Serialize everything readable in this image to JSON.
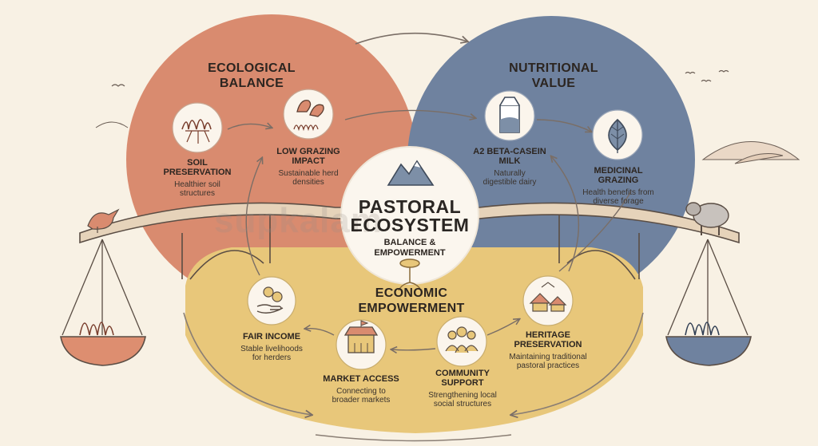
{
  "center": {
    "title_line1": "PASTORAL",
    "title_line2": "ECOSYSTEM",
    "subtitle_line1": "BALANCE &",
    "subtitle_line2": "EMPOWERMENT"
  },
  "sections": {
    "ecological": {
      "title_line1": "ECOLOGICAL",
      "title_line2": "BALANCE",
      "color": "#d98b6f",
      "items": [
        {
          "label": "SOIL\nPRESERVATION",
          "desc": "Healthier soil\nstructures",
          "icon": "grass-roots-icon"
        },
        {
          "label": "LOW GRAZING\nIMPACT",
          "desc": "Sustainable herd\ndensities",
          "icon": "hoofprint-icon"
        }
      ]
    },
    "nutritional": {
      "title_line1": "NUTRITIONAL",
      "title_line2": "VALUE",
      "color": "#6f829f",
      "items": [
        {
          "label": "A2 BETA-CASEIN\nMILK",
          "desc": "Naturally\ndigestible dairy",
          "icon": "milk-carton-icon"
        },
        {
          "label": "MEDICINAL\nGRAZING",
          "desc": "Health benefits from\ndiverse forage",
          "icon": "leaf-icon"
        }
      ]
    },
    "economic": {
      "title_line1": "ECONOMIC",
      "title_line2": "EMPOWERMENT",
      "color": "#e8c77a",
      "items": [
        {
          "label": "FAIR INCOME",
          "desc": "Stable livelihoods\nfor herders",
          "icon": "hand-coins-icon"
        },
        {
          "label": "MARKET ACCESS",
          "desc": "Connecting to\nbroader markets",
          "icon": "market-stall-icon"
        },
        {
          "label": "COMMUNITY\nSUPPORT",
          "desc": "Strengthening local\nsocial structures",
          "icon": "people-group-icon"
        },
        {
          "label": "HERITAGE\nPRESERVATION",
          "desc": "Maintaining traditional\npastoral practices",
          "icon": "village-icon"
        }
      ]
    }
  },
  "watermark": "supkalam",
  "colors": {
    "background": "#f8f1e4",
    "ecological": "#d98b6f",
    "nutritional": "#6f829f",
    "economic": "#e8c77a",
    "bridge": "#e6d3ba",
    "outline": "#4a3f38"
  }
}
